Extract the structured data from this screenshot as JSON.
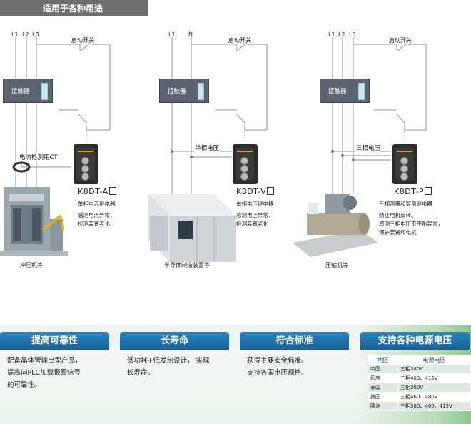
{
  "section_title": "适用于各种用途",
  "start_switch_label": "启动开关",
  "contactor_label": "接触器",
  "wires": {
    "l1": "L1",
    "l2": "L2",
    "l3": "L3",
    "n": "N"
  },
  "panels": [
    {
      "label": "电流检测用CT",
      "model": "K8DT-A",
      "sub": "单相电流继电器",
      "desc": [
        "感测电流异常，",
        "检测装置老化"
      ],
      "caption": "冲压机等"
    },
    {
      "label": "单相电压",
      "model": "K8DT-V",
      "sub": "单相电压继电器",
      "desc": [
        "感测电压异常，",
        "检测装置老化"
      ],
      "caption": "半导体制造装置等"
    },
    {
      "label": "三相电压",
      "model": "K8DT-P",
      "sub": "三相测量和监测继电器",
      "desc": [
        "防止电机反转。",
        "感测三相电压不平衡异常，",
        "保护装置和电机"
      ],
      "caption": "压缩机等"
    }
  ],
  "features": [
    {
      "title": "提高可靠性",
      "lines": [
        "配备晶体管输出型产品，",
        "提高向PLC加载报警信号",
        "的可靠性。"
      ]
    },
    {
      "title": "长寿命",
      "lines": [
        "低功耗+低发热设计， 实现",
        "长寿命。"
      ]
    },
    {
      "title": "符合标准",
      "lines": [
        "获得主要安全标准。",
        "支持各国电压规格。"
      ]
    },
    {
      "title": "支持各种电源电压"
    }
  ],
  "power_table": {
    "headers": [
      "地区",
      "电源电压"
    ],
    "rows": [
      [
        "中国",
        "三相380V"
      ],
      [
        "印度",
        "三相400、415V"
      ],
      [
        "泰国",
        "三相380V"
      ],
      [
        "美国",
        "三相460、480V"
      ],
      [
        "欧洲",
        "三相380、400、415V"
      ]
    ]
  }
}
